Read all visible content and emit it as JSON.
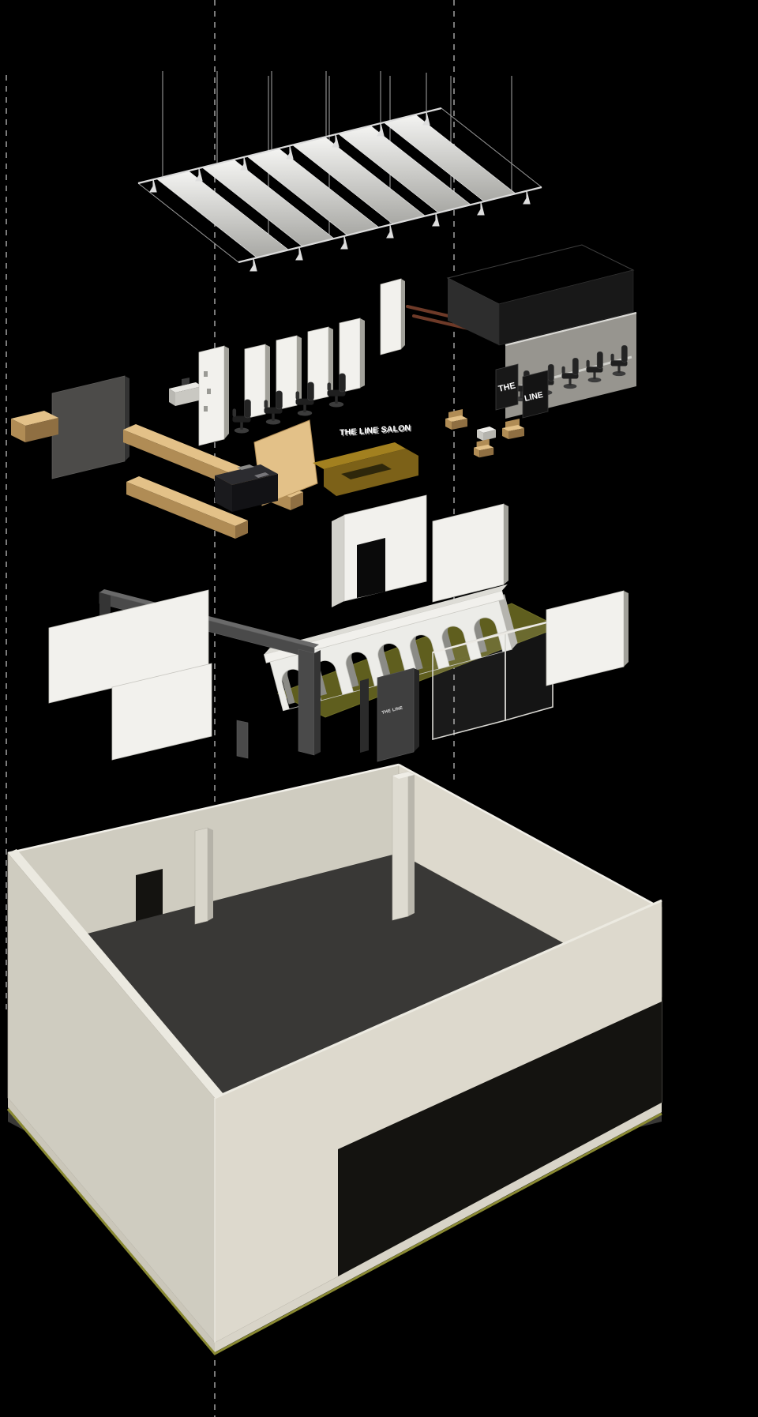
{
  "labels": {
    "salon_name": "THE LINE SALON",
    "door_panel": "THE LINE",
    "sign_left": "THE",
    "sign_right": "LINE"
  },
  "colors": {
    "background": "#000000",
    "guide": "#cccccc",
    "rail_white": "#dcdcdc",
    "white_panel": "#f2f1ed",
    "panel_side": "#a2a19a",
    "shell_wall": "#cfccc0",
    "shell_wall_light": "#ddd9cd",
    "shell_wall_top": "#ebe9e0",
    "interior_floor": "#393836",
    "opening_dark": "#141310",
    "olive_floor": "#5f5e1e",
    "olive_edge": "#8a8a33",
    "tan_top": "#e3c188",
    "tan_front": "#b08c55",
    "tan_side": "#8f6f42",
    "gold_top": "#a2801f",
    "gold_front": "#7c6118",
    "maroon_rail": "#6e3a28",
    "frame_gray": "#4a4a4a",
    "soffit_dark": "#232323",
    "chair_black": "#1f1f1f"
  },
  "diagram": {
    "type": "exploded-axonometric-interior",
    "ceiling_panel_count": 6,
    "arch_count": 7,
    "mirror_station_count": 4,
    "styling_chair_count_right": 5,
    "guide_line_count": 3
  }
}
